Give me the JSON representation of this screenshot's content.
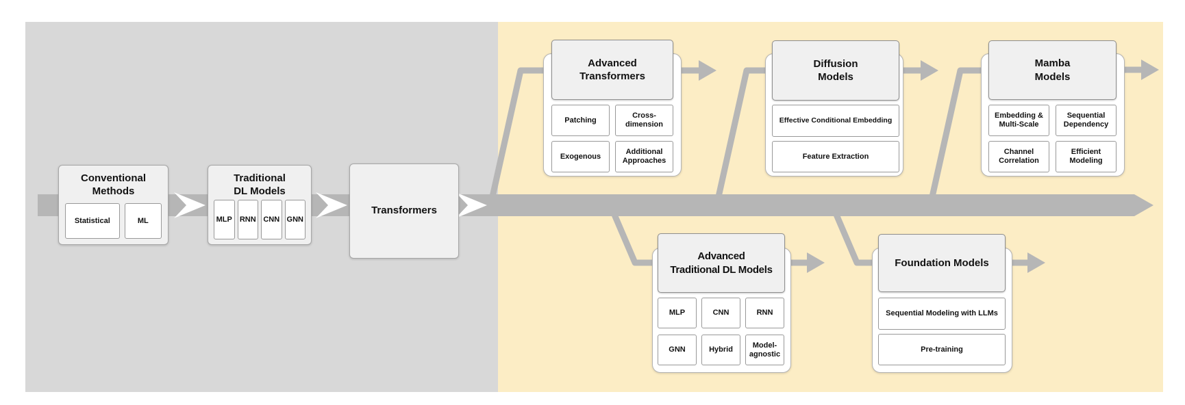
{
  "colors": {
    "page_background": "#FFFFFF",
    "past_era_panel": "#D8D8D8",
    "current_era_panel": "#FCEDC5",
    "flow_arrow": "#B6B6B6",
    "chevron": "#FFFFFF",
    "box_fill": "#F0F0F0",
    "subbox_fill": "#FFFFFF",
    "text": "#111111"
  },
  "main_flow": {
    "boxes": [
      {
        "lines": [
          "Conventional",
          "Methods"
        ],
        "children": [
          "Statistical",
          "ML"
        ]
      },
      {
        "lines": [
          "Traditional",
          "DL Models"
        ],
        "children": [
          "MLP",
          "RNN",
          "CNN",
          "GNN"
        ]
      },
      {
        "lines": [
          "Transformers"
        ],
        "children": []
      }
    ]
  },
  "branch_cards": [
    {
      "lines": [
        "Advanced",
        "Transformers"
      ],
      "children": [
        "Patching",
        "Cross-dimension",
        "Exogenous",
        "Additional Approaches"
      ]
    },
    {
      "lines": [
        "Diffusion",
        "Models"
      ],
      "children": [
        "Effective Conditional Embedding",
        "Feature Extraction"
      ]
    },
    {
      "lines": [
        "Mamba",
        "Models"
      ],
      "children": [
        "Embedding & Multi-Scale",
        "Sequential Dependency",
        "Channel Correlation",
        "Efficient Modeling"
      ]
    },
    {
      "lines": [
        "Advanced",
        "Traditional DL Models"
      ],
      "children": [
        "MLP",
        "CNN",
        "RNN",
        "GNN",
        "Hybrid",
        "Model-agnostic"
      ]
    },
    {
      "lines": [
        "Foundation Models"
      ],
      "children": [
        "Sequential Modeling with LLMs",
        "Pre-training"
      ]
    }
  ]
}
